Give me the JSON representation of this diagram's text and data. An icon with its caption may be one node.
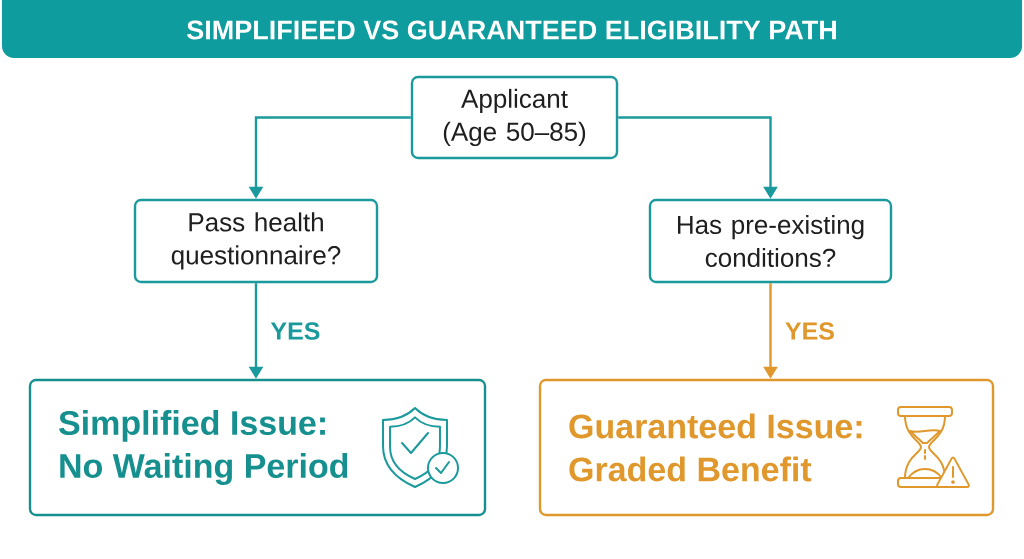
{
  "diagram": {
    "title": "SIMPLIFIEED VS GUARANTEED ELIGIBILITY PATH",
    "nodes": [
      {
        "text": [
          "Applicant (Age 50–85)"
        ]
      },
      {
        "text": [
          "Pass health questionnaire?"
        ]
      },
      {
        "text": [
          "Has pre-existing conditions?"
        ]
      },
      {
        "text": [
          "Simplified Issue: No Waiting Period"
        ]
      },
      {
        "text": [
          "Guaranteed Issue: Graded Benefit"
        ]
      }
    ],
    "edges": [
      {
        "from": 0,
        "to": 1,
        "arrow": "to"
      },
      {
        "from": 0,
        "to": 2,
        "arrow": "to"
      },
      {
        "from": 1,
        "to": 3,
        "arrow": "to",
        "label": "YES"
      },
      {
        "from": 2,
        "to": 4,
        "arrow": "to",
        "label": "YES",
        "color": "#e0982c"
      }
    ]
  }
}
